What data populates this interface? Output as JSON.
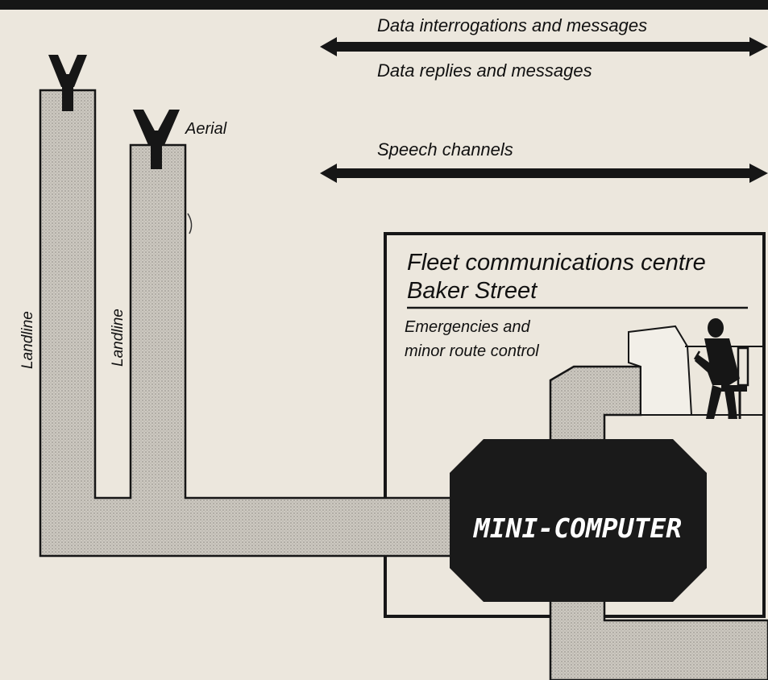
{
  "diagram": {
    "links": {
      "data_interrogations": "Data interrogations and messages",
      "data_replies": "Data replies and messages",
      "speech_channels": "Speech channels"
    },
    "aerial_label": "Aerial",
    "landline_labels": [
      "Landline",
      "Landline"
    ],
    "centre": {
      "title_line1": "Fleet communications centre",
      "title_line2": "Baker Street",
      "subtitle_line1": "Emergencies and",
      "subtitle_line2": "minor route control"
    },
    "minicomputer_label": "MINI-COMPUTER",
    "colors": {
      "paper": "#ece7dd",
      "pipe_fill": "#c9c5bd",
      "ink": "#111111",
      "computer": "#1a1a1a"
    }
  }
}
